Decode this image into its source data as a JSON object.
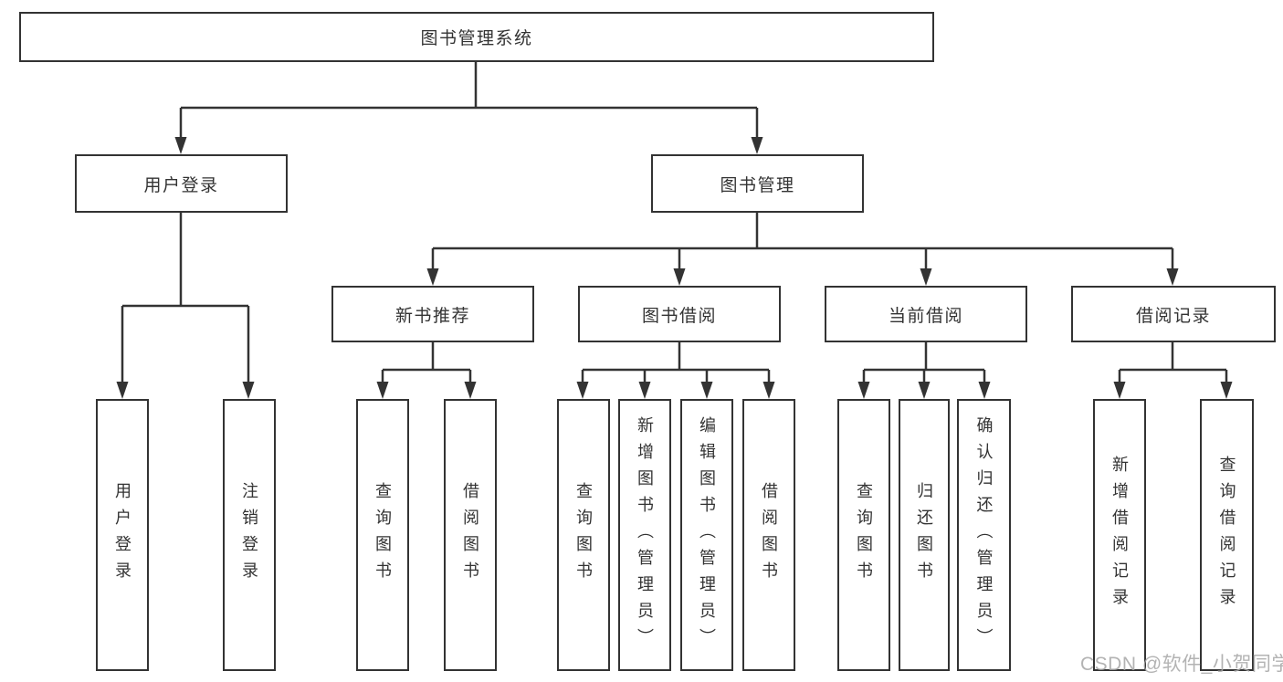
{
  "tree": {
    "label": "图书管理系统",
    "children": [
      {
        "label": "用户登录",
        "children": [
          {
            "label": "用户登录"
          },
          {
            "label": "注销登录"
          }
        ]
      },
      {
        "label": "图书管理",
        "children": [
          {
            "label": "新书推荐",
            "children": [
              {
                "label": "查询图书"
              },
              {
                "label": "借阅图书"
              }
            ]
          },
          {
            "label": "图书借阅",
            "children": [
              {
                "label": "查询图书"
              },
              {
                "label": "新增图书（管理员）"
              },
              {
                "label": "编辑图书（管理员）"
              },
              {
                "label": "借阅图书"
              }
            ]
          },
          {
            "label": "当前借阅",
            "children": [
              {
                "label": "查询图书"
              },
              {
                "label": "归还图书"
              },
              {
                "label": "确认归还（管理员）"
              }
            ]
          },
          {
            "label": "借阅记录",
            "children": [
              {
                "label": "新增借阅记录"
              },
              {
                "label": "查询借阅记录"
              }
            ]
          }
        ]
      }
    ]
  },
  "watermark": {
    "text": "CSDN @软件_小贺同学"
  },
  "colors": {
    "line": "#333333",
    "box_border": "#333333",
    "text": "#333333",
    "background": "#ffffff",
    "watermark": "#a6a6a6"
  }
}
